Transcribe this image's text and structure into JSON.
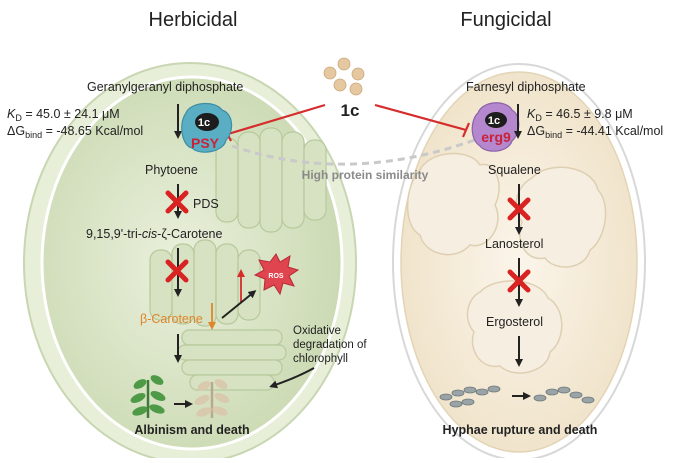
{
  "titles": {
    "left": "Herbicidal",
    "right": "Fungicidal"
  },
  "compound": {
    "label": "1c"
  },
  "left": {
    "substrate": "Geranylgeranyl diphosphate",
    "kd_symbol": "K",
    "kd_sub": "D",
    "kd_value": " = 45.0 ± 24.1 μM",
    "dg_symbol": "ΔG",
    "dg_sub": "bind",
    "dg_value": " = -48.65 Kcal/mol",
    "enzyme": "PSY",
    "bound": "1c",
    "phytoene": "Phytoene",
    "pds": "PDS",
    "carotene_prefix": "9,15,9'-tri-",
    "carotene_italic": "cis",
    "carotene_suffix": "-ζ-Carotene",
    "ros": "ROS",
    "beta_carotene": "β-Carotene",
    "oxidative_1": "Oxidative",
    "oxidative_2": "degradation of",
    "oxidative_3": "chlorophyll",
    "outcome": "Albinism and death"
  },
  "right": {
    "substrate": "Farnesyl diphosphate",
    "kd_symbol": "K",
    "kd_sub": "D",
    "kd_value": " = 46.5 ± 9.8 μM",
    "dg_symbol": "ΔG",
    "dg_sub": "bind",
    "dg_value": " = -44.41 Kcal/mol",
    "enzyme": "erg9",
    "bound": "1c",
    "squalene": "Squalene",
    "lanosterol": "Lanosterol",
    "ergosterol": "Ergosterol",
    "outcome": "Hyphae rupture and death"
  },
  "similarity": "High protein similarity",
  "colors": {
    "inhibit": "#d62c2c",
    "block_x": "#d92323",
    "psy_enzyme": "#5aaec4",
    "erg9_enzyme": "#b487cf",
    "ros": "#e0444f",
    "beta_carotene": "#e0852a",
    "dashed": "#c9c9c9",
    "chloroplast": "#dfe8cf",
    "fungal_cell": "#f7efe0"
  }
}
